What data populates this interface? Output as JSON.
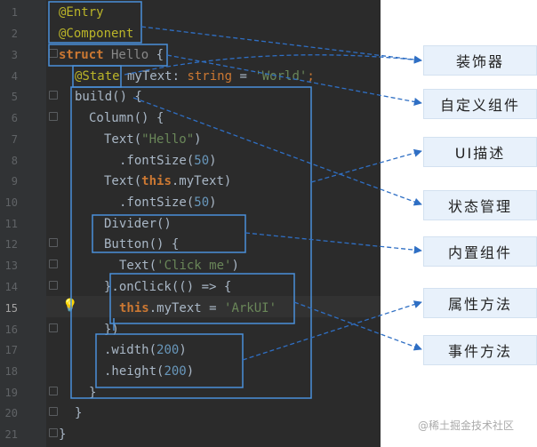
{
  "line_numbers": [
    "1",
    "2",
    "3",
    "4",
    "5",
    "6",
    "7",
    "8",
    "9",
    "10",
    "11",
    "12",
    "13",
    "14",
    "15",
    "16",
    "17",
    "18",
    "19",
    "20",
    "21"
  ],
  "code": {
    "l1": "@Entry",
    "l2": "@Component",
    "l3_kw": "struct",
    "l3_name": " Hello",
    "l3_brace": " {",
    "l4_ann": "@State",
    "l4_var": " myText: ",
    "l4_type": "string",
    "l4_eq": " = ",
    "l4_str": "'World'",
    "l4_semi": ";",
    "l5": "build() {",
    "l6": "Column() {",
    "l7_call": "Text(",
    "l7_str": "\"Hello\"",
    "l7_close": ")",
    "l8_call": ".fontSize(",
    "l8_num": "50",
    "l8_close": ")",
    "l9_call": "Text(",
    "l9_this": "this",
    "l9_rest": ".myText)",
    "l10_call": ".fontSize(",
    "l10_num": "50",
    "l10_close": ")",
    "l11": "Divider()",
    "l12": "Button() {",
    "l13_call": "Text(",
    "l13_str": "'Click me'",
    "l13_close": ")",
    "l14": "}.onClick(() => {",
    "l15_this": "this",
    "l15_rest": ".myText = ",
    "l15_str": "'ArkUI'",
    "l16": "})",
    "l17_call": ".width(",
    "l17_num": "200",
    "l17_close": ")",
    "l18_call": ".height(",
    "l18_num": "200",
    "l18_close": ")",
    "l19": "}",
    "l20": "}",
    "l21": "}"
  },
  "labels": {
    "decorator": "装饰器",
    "custom_component": "自定义组件",
    "ui_description": "UI描述",
    "state_management": "状态管理",
    "builtin_component": "内置组件",
    "attribute_method": "属性方法",
    "event_method": "事件方法"
  },
  "watermark": "@稀土掘金技术社区",
  "colors": {
    "editor_bg": "#2b2b2b",
    "box_stroke": "#4a90d9",
    "arrow_stroke": "#2f6fc4",
    "label_bg": "#e8f1fb",
    "annotation": "#bbb529",
    "keyword": "#cc7832",
    "string": "#6a8759",
    "number": "#6897bb"
  }
}
